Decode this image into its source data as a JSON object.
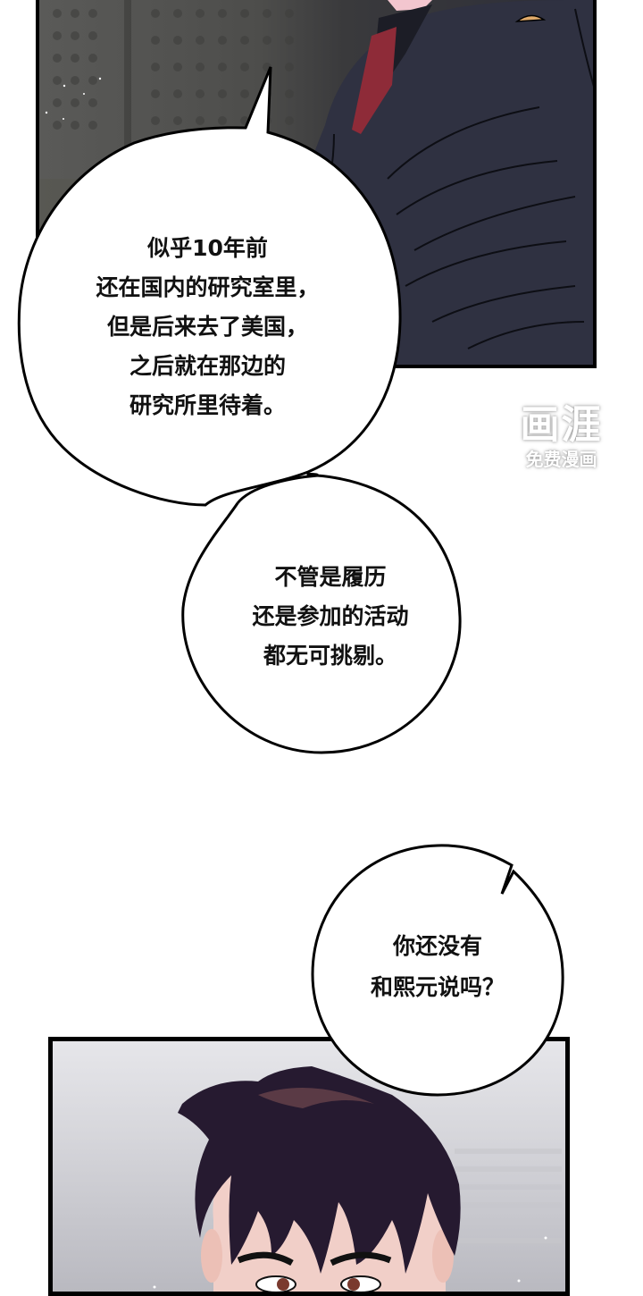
{
  "comic": {
    "panels": [
      {
        "id": "panel-1",
        "description": "dark suited man with red tie, perforated wall background"
      },
      {
        "id": "panel-2",
        "description": "dark-haired man close-up, eyes frowning"
      }
    ],
    "bubbles": [
      {
        "lines": [
          "似乎10年前",
          "还在国内的研究室里，",
          "但是后来去了美国，",
          "之后就在那边的",
          "研究所里待着。"
        ]
      },
      {
        "lines": [
          "不管是履历",
          "还是参加的活动",
          "都无可挑剔。"
        ]
      },
      {
        "lines": [
          "你还没有",
          "和熙元说吗？"
        ]
      }
    ],
    "watermark": {
      "logo": "画涯",
      "subtitle": "免费漫画"
    }
  },
  "colors": {
    "suit": "#2e3040",
    "tie": "#8a2a35",
    "hair": "#2a1e33",
    "skin": "#f1cfc8",
    "eyes": "#7a3a2e",
    "ink": "#000000"
  }
}
